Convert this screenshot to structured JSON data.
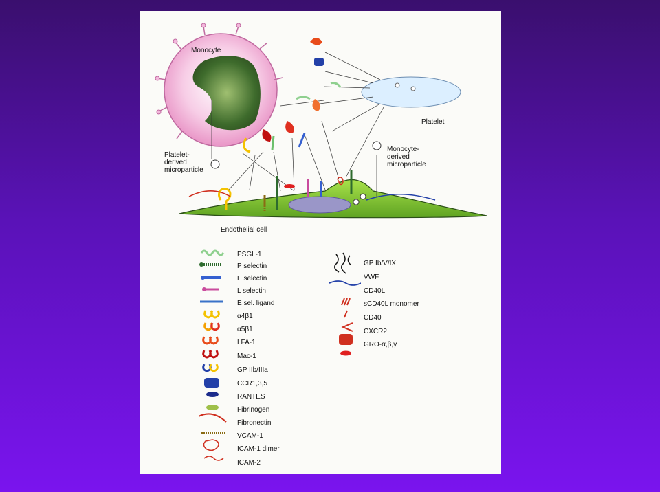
{
  "diagram": {
    "labels": {
      "monocyte": "Monocyte",
      "platelet": "Platelet",
      "platelet_mp": "Platelet-\nderived\nmicroparticle",
      "monocyte_mp": "Monocyte-\nderived\nmicroparticle",
      "endothelial": "Endothelial cell"
    },
    "colors": {
      "monocyte_body": "#f3b8dc",
      "nucleus": "#3e6b2c",
      "platelet_body": "#d7ecf7",
      "endothelial_body": "#8fd43a",
      "endothelial_nucleus": "#9a96c8",
      "background_top": "#3a0f6e",
      "background_bottom": "#7a14ee"
    }
  },
  "legend": {
    "left": [
      {
        "icon": "psgl1-icon",
        "label": "PSGL-1"
      },
      {
        "icon": "p-selectin-icon",
        "label": "P selectin"
      },
      {
        "icon": "e-selectin-icon",
        "label": "E selectin"
      },
      {
        "icon": "l-selectin-icon",
        "label": "L selectin"
      },
      {
        "icon": "e-sel-ligand-icon",
        "label": "E sel. ligand"
      },
      {
        "icon": "alpha4-beta1-icon",
        "label": "α4β1"
      },
      {
        "icon": "alpha5-beta1-icon",
        "label": "α5β1"
      },
      {
        "icon": "lfa1-icon",
        "label": "LFA-1"
      },
      {
        "icon": "mac1-icon",
        "label": "Mac-1"
      },
      {
        "icon": "gp-iib-iiia-icon",
        "label": "GP IIb/IIIa"
      },
      {
        "icon": "ccr135-icon",
        "label": "CCR1,3,5"
      },
      {
        "icon": "rantes-icon",
        "label": "RANTES"
      },
      {
        "icon": "fibrinogen-icon",
        "label": "Fibrinogen"
      },
      {
        "icon": "fibronectin-icon",
        "label": "Fibronectin"
      },
      {
        "icon": "vcam1-icon",
        "label": "VCAM-1"
      },
      {
        "icon": "icam1-dimer-icon",
        "label": "ICAM-1 dimer"
      },
      {
        "icon": "icam2-icon",
        "label": "ICAM-2"
      }
    ],
    "right": [
      {
        "icon": "gp-ib-v-ix-icon",
        "label": "GP Ib/V/IX"
      },
      {
        "icon": "vwf-icon",
        "label": "VWF"
      },
      {
        "icon": "cd40l-icon",
        "label": "CD40L"
      },
      {
        "icon": "scd40l-icon",
        "label": "sCD40L monomer"
      },
      {
        "icon": "cd40-icon",
        "label": "CD40"
      },
      {
        "icon": "cxcr2-icon",
        "label": "CXCR2"
      },
      {
        "icon": "gro-icon",
        "label": "GRO-α,β,γ"
      }
    ]
  }
}
